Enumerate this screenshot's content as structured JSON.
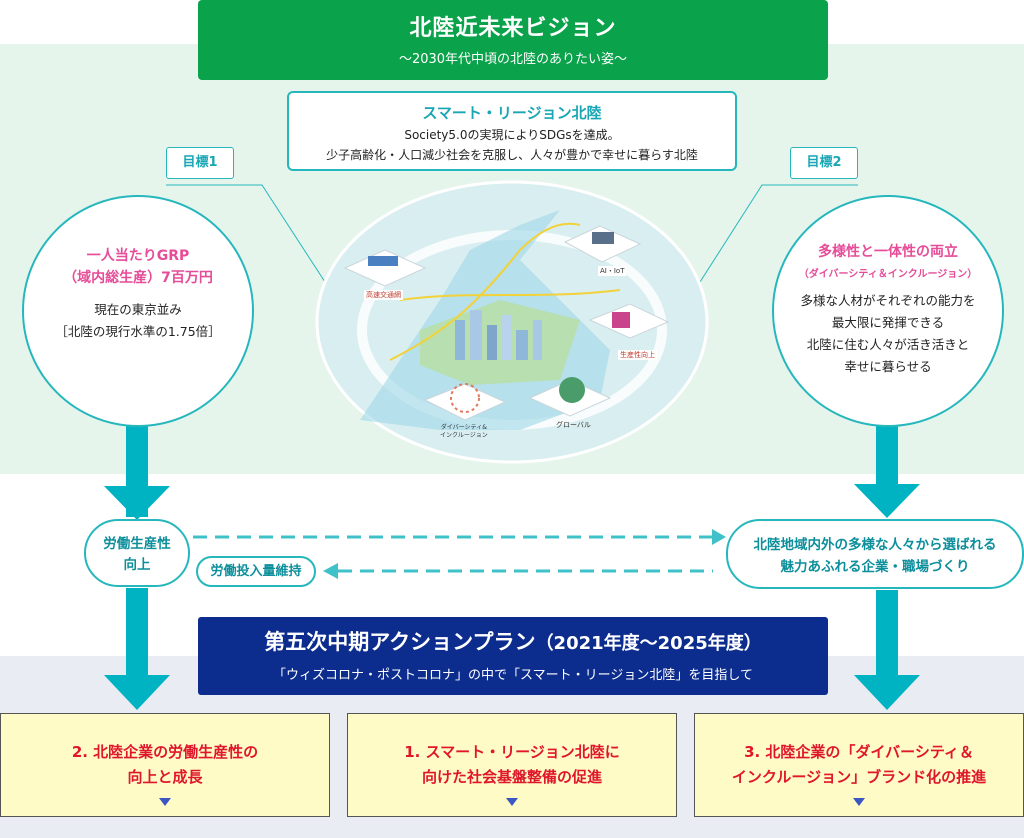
{
  "vision": {
    "title": "北陸近未来ビジョン",
    "subtitle": "～2030年代中頃の北陸のありたい姿～"
  },
  "smart_region": {
    "title": "スマート・リージョン北陸",
    "line1": "Society5.0の実現によりSDGsを達成。",
    "line2": "少子高齢化・人口減少社会を克服し、人々が豊かで幸せに暮らす北陸"
  },
  "goal1": {
    "tag": "目標1",
    "title_line1": "一人当たりGRP",
    "title_line2": "（域内総生産）7百万円",
    "body_line1": "現在の東京並み",
    "body_line2": "［北陸の現行水準の1.75倍］"
  },
  "goal2": {
    "tag": "目標2",
    "title": "多様性と一体性の両立",
    "subtitle": "（ダイバーシティ＆インクルージョン）",
    "body_lines": [
      "多様な人材がそれぞれの能力を",
      "最大限に発揮できる",
      "北陸に住む人々が活き活きと",
      "幸せに暮らせる"
    ]
  },
  "illustration": {
    "label_transport": "高速交通網",
    "label_ai": "AI・IoT",
    "label_productivity": "生産性向上",
    "label_diversity_line1": "ダイバーシティ&",
    "label_diversity_line2": "インクルージョン",
    "label_global": "グローバル"
  },
  "flow": {
    "labor_productivity_line1": "労働生産性",
    "labor_productivity_line2": "向上",
    "labor_input": "労働投入量維持",
    "attractive_line1": "北陸地域内外の多様な人々から選ばれる",
    "attractive_line2": "魅力あふれる企業・職場づくり"
  },
  "plan": {
    "title": "第五次中期アクションプラン",
    "years": "（2021年度～2025年度）",
    "subtitle": "「ウィズコロナ・ポストコロナ」の中で「スマート・リージョン北陸」を目指して"
  },
  "boxes": [
    {
      "line1": "2. 北陸企業の労働生産性の",
      "line2": "向上と成長"
    },
    {
      "line1": "1. スマート・リージョン北陸に",
      "line2": "向けた社会基盤整備の促進"
    },
    {
      "line1": "3. 北陸企業の「ダイバーシティ＆",
      "line2": "インクルージョン」ブランド化の推進"
    }
  ],
  "colors": {
    "green": "#0aa24a",
    "teal": "#26b7bd",
    "pink": "#e64c98",
    "navy": "#0c2c8e",
    "red": "#e0162b",
    "yellow": "#fffbc6"
  }
}
